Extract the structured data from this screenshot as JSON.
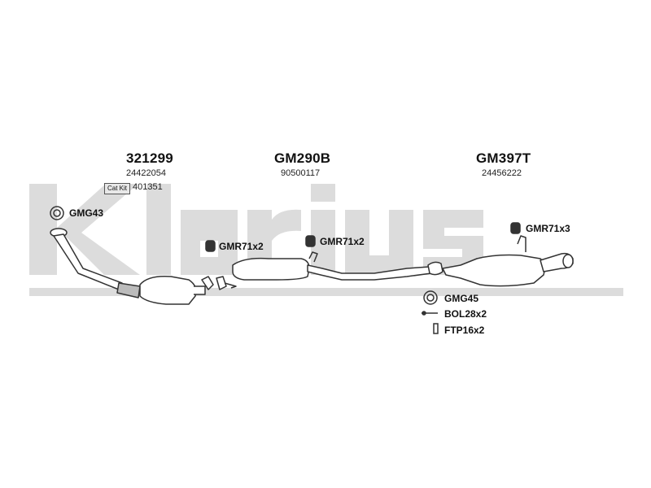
{
  "watermark": {
    "text": "Klarius"
  },
  "sections": [
    {
      "part": "321299",
      "oe": "24422054",
      "catkit_label": "Cat Kit",
      "catkit_no": "401351"
    },
    {
      "part": "GM290B",
      "oe": "90500117"
    },
    {
      "part": "GM397T",
      "oe": "24456222"
    }
  ],
  "fittings": {
    "gmg43": "GMG43",
    "gmr_front": "GMR71x2",
    "gmr_mid": "GMR71x2",
    "gmr_rear": "GMR71x3",
    "gmg45": "GMG45",
    "bol": "BOL28x2",
    "ftp": "FTP16x2"
  },
  "colors": {
    "watermark": "#dcdcdc",
    "pipe": "#333333",
    "fill": "#ffffff"
  }
}
